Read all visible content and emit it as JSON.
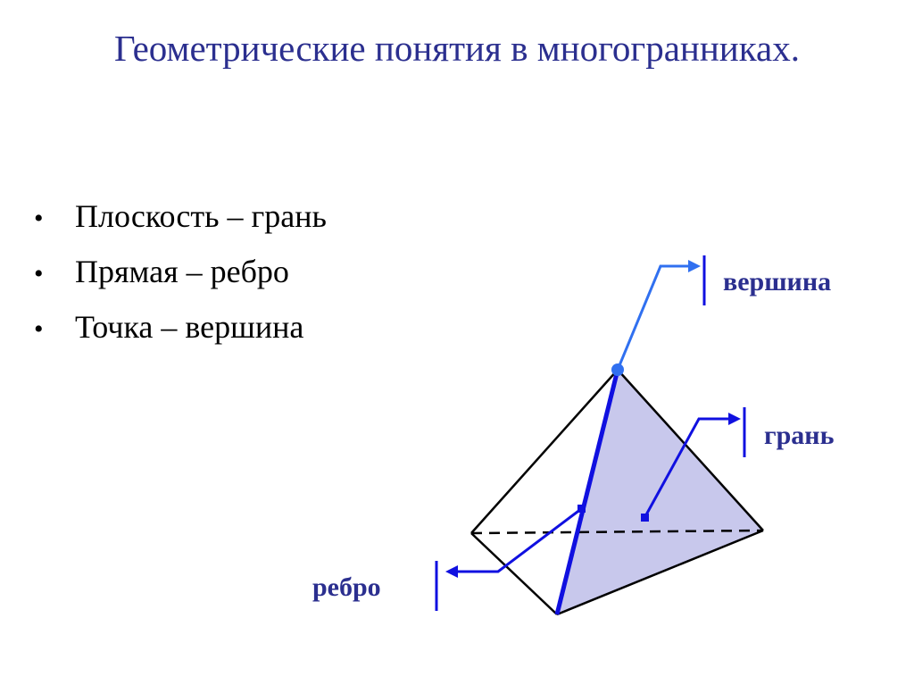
{
  "slide": {
    "title": "Геометрические понятия в многогранниках."
  },
  "bullets": [
    {
      "text": "Плоскость – грань"
    },
    {
      "text": "Прямая – ребро"
    },
    {
      "text": "Точка – вершина"
    }
  ],
  "diagram": {
    "labels": {
      "vertex": "вершина",
      "face": "грань",
      "edge": "ребро"
    },
    "colors": {
      "face_fill": "#c8c8ec",
      "edge_highlight": "#1010e0",
      "vertex_pointer": "#3070f0",
      "pointer": "#1010e0",
      "outline": "#000000",
      "label": "#2b2f8f"
    }
  }
}
